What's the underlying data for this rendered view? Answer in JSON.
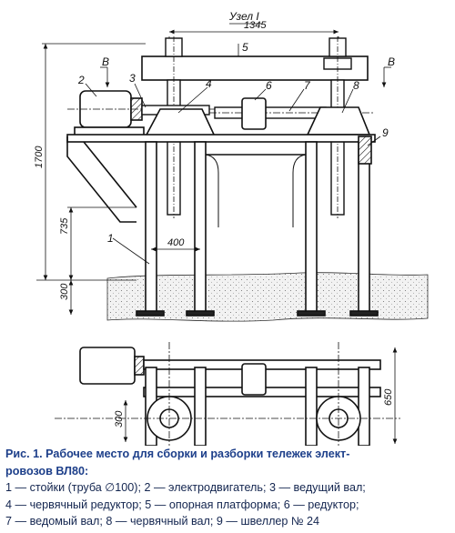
{
  "figure": {
    "node_label": "Узел I",
    "section_mark": "В",
    "dimensions": {
      "top_width": "1345",
      "height_total": "1700",
      "height_mid": "735",
      "depth": "300",
      "span": "400",
      "plan_depth": "650",
      "plan_offset": "300"
    },
    "callouts": [
      "1",
      "2",
      "3",
      "4",
      "5",
      "6",
      "7",
      "8",
      "9"
    ]
  },
  "caption": {
    "title_line1": "Рис. 1. Рабочее место для сборки и разборки тележек элект-",
    "title_line2": "ровозов ВЛ80:",
    "legend_lines": [
      "1 — стойки (труба ∅100); 2 — электродвигатель; 3 — ведущий вал;",
      "4 — червячный редуктор; 5 — опорная платформа; 6 — редуктор;",
      "7 — ведомый вал; 8 — червячный вал; 9 — швеллер № 24"
    ]
  }
}
